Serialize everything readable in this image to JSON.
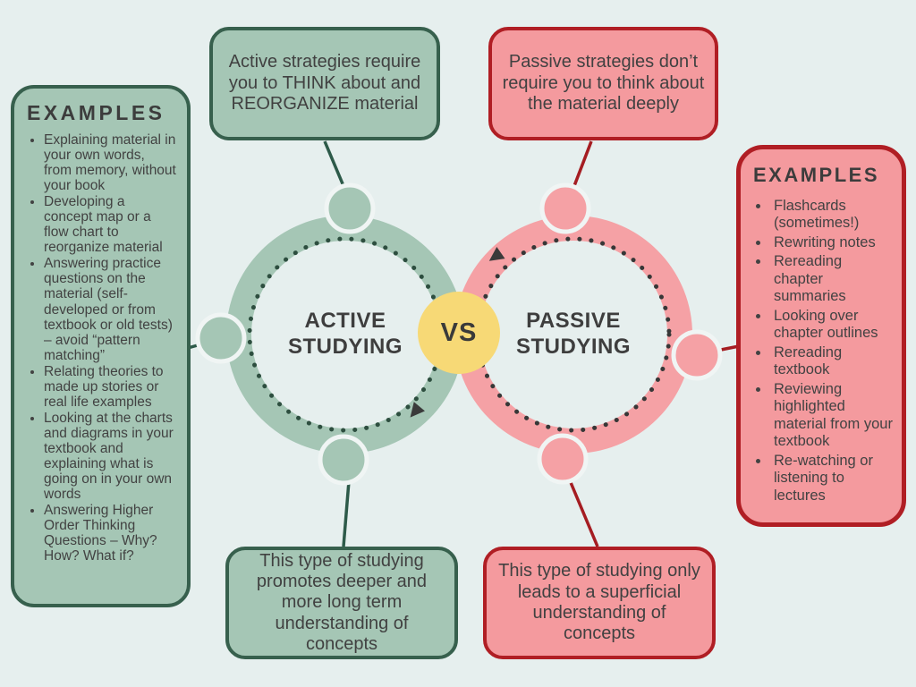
{
  "palette": {
    "background": "#e6efee",
    "green_fill": "#a5c6b5",
    "green_border": "#37604d",
    "green_connector": "#2d5a49",
    "green_dots": "#2d4e3f",
    "pink_fill": "#f49a9e",
    "pink_border": "#b01e24",
    "pink_connector": "#a51d22",
    "pink_dots": "#373737",
    "vs_yellow": "#f7d976",
    "text": "#424242"
  },
  "left_panel": {
    "title": "EXAMPLES",
    "items": [
      "Explaining material in your own words, from memory, without your book",
      "Developing a concept map or a flow chart to reorganize material",
      "Answering practice questions on the material (self-developed or from textbook or old tests) – avoid “pattern matching”",
      "Relating theories to made up stories or real life examples",
      "Looking at the charts and diagrams in your textbook and explaining what is going on in your own words",
      "Answering Higher Order Thinking Questions – Why? How? What if?"
    ]
  },
  "right_panel": {
    "title": "EXAMPLES",
    "items": [
      "Flashcards (sometimes!)",
      "Rewriting notes",
      "Rereading chapter summaries",
      "Looking over chapter outlines",
      "Rereading textbook",
      "Reviewing highlighted material from your textbook",
      "Re-watching or listening to lectures"
    ]
  },
  "callouts": {
    "active_top": "Active strategies require you to THINK about and REORGANIZE material",
    "passive_top": "Passive strategies don’t require you to think about the material deeply",
    "active_bottom": "This type of studying promotes deeper and more long term understanding of concepts",
    "passive_bottom": "This type of studying only leads to a superficial understanding of concepts"
  },
  "center": {
    "active_label": "ACTIVE STUDYING",
    "passive_label": "PASSIVE STUDYING",
    "vs_label": "VS"
  }
}
